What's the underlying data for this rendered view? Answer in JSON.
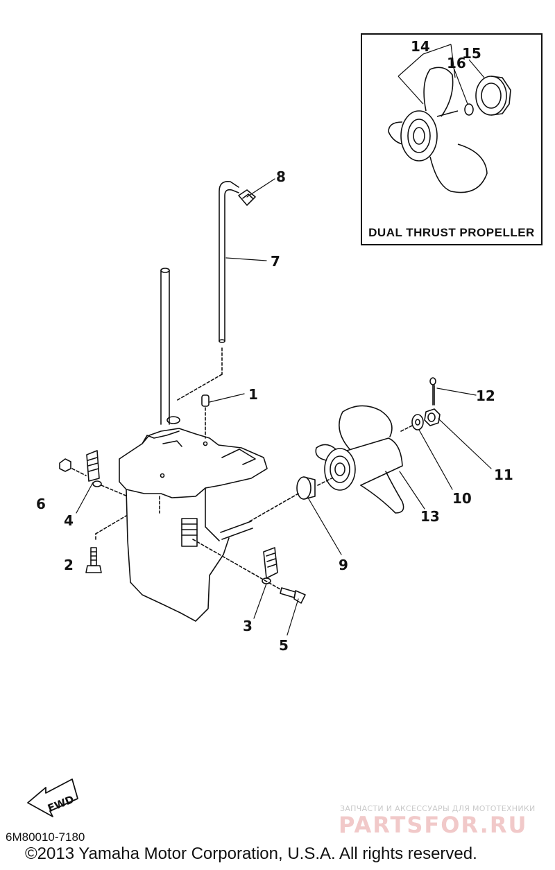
{
  "inset": {
    "title": "DUAL THRUST PROPELLER"
  },
  "callouts": {
    "c1": "1",
    "c2": "2",
    "c3": "3",
    "c4": "4",
    "c5": "5",
    "c6": "6",
    "c7": "7",
    "c8": "8",
    "c9": "9",
    "c10": "10",
    "c11": "11",
    "c12": "12",
    "c13": "13",
    "c14": "14",
    "c15": "15",
    "c16": "16"
  },
  "fwd_label": "FWD",
  "part_code": "6M80010-7180",
  "copyright": "©2013 Yamaha Motor Corporation, U.S.A. All rights reserved.",
  "watermark": {
    "subtitle": "ЗАПЧАСТИ И АКСЕССУАРЫ ДЛЯ МОТОТЕХНИКИ",
    "brand": "PARTSFOR.RU"
  }
}
